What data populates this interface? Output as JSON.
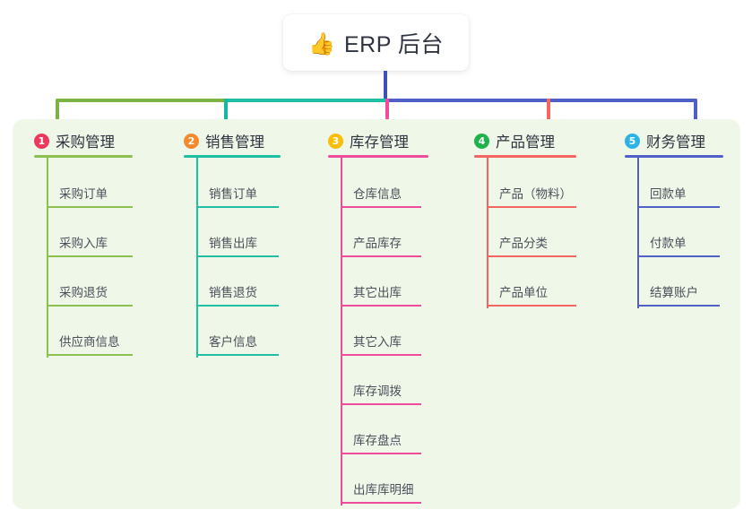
{
  "root": {
    "icon": "thumbs-up-icon",
    "emoji": "👍",
    "title": "ERP 后台"
  },
  "colors": {
    "panel_bg": "#eef7e8",
    "page_bg": "#ffffff",
    "stem": "#3f51b5",
    "bus_left": "#7cb342",
    "bus_mid": "#1ebfa4",
    "bus_right": "#5160c8",
    "text": "#2f3440",
    "item_text": "#4a4f5a"
  },
  "columns": [
    {
      "index": "1",
      "badge_color": "#ec3a5e",
      "line_color": "#8cc152",
      "drop_color": "#7cb342",
      "title": "采购管理",
      "items": [
        "采购订单",
        "采购入库",
        "采购退货",
        "供应商信息"
      ]
    },
    {
      "index": "2",
      "badge_color": "#f5892b",
      "line_color": "#1ebfa4",
      "drop_color": "#14b8a0",
      "title": "销售管理",
      "items": [
        "销售订单",
        "销售出库",
        "销售退货",
        "客户信息"
      ]
    },
    {
      "index": "3",
      "badge_color": "#fbbd08",
      "line_color": "#ef4d9c",
      "drop_color": "#ef4d9c",
      "title": "库存管理",
      "items": [
        "仓库信息",
        "产品库存",
        "其它出库",
        "其它入库",
        "库存调拨",
        "库存盘点",
        "出库库明细"
      ]
    },
    {
      "index": "4",
      "badge_color": "#21b24b",
      "line_color": "#f4665f",
      "drop_color": "#f4665f",
      "title": "产品管理",
      "items": [
        "产品（物料）",
        "产品分类",
        "产品单位"
      ]
    },
    {
      "index": "5",
      "badge_color": "#2bb3e8",
      "line_color": "#5160c8",
      "drop_color": "#5160c8",
      "title": "财务管理",
      "items": [
        "回款单",
        "付款单",
        "结算账户"
      ]
    }
  ]
}
